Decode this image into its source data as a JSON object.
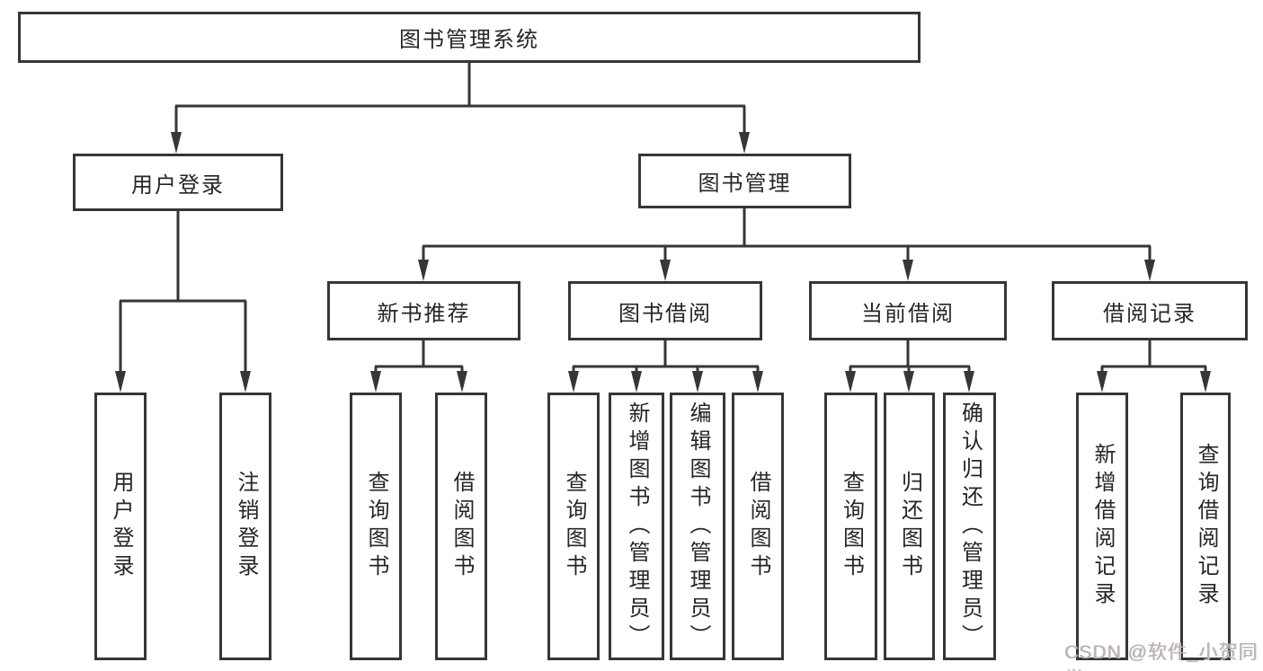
{
  "diagram": {
    "title": "图书管理系统",
    "type": "hierarchy-structure-chart",
    "colors": {
      "line": "#363636",
      "box_border": "#363636",
      "box_fill": "#ffffff",
      "text": "#262626",
      "background": "#ffffff",
      "watermark": "#b7b1b7"
    },
    "nodes": {
      "root": {
        "label": "图书管理系统"
      },
      "level2": [
        {
          "label": "用户登录"
        },
        {
          "label": "图书管理"
        }
      ],
      "level3": [
        {
          "label": "新书推荐"
        },
        {
          "label": "图书借阅"
        },
        {
          "label": "当前借阅"
        },
        {
          "label": "借阅记录"
        }
      ],
      "leaves": {
        "user_login": [
          "用户登录",
          "注销登录"
        ],
        "new_book": [
          "查询图书",
          "借阅图书"
        ],
        "book_borrow": [
          "查询图书",
          "新增图书（管理员）",
          "编辑图书（管理员）",
          "借阅图书"
        ],
        "current_borrow": [
          "查询图书",
          "归还图书",
          "确认归还（管理员）"
        ],
        "borrow_record": [
          "新增借阅记录",
          "查询借阅记录"
        ]
      }
    },
    "watermark": "CSDN @软件_小贺同学"
  }
}
